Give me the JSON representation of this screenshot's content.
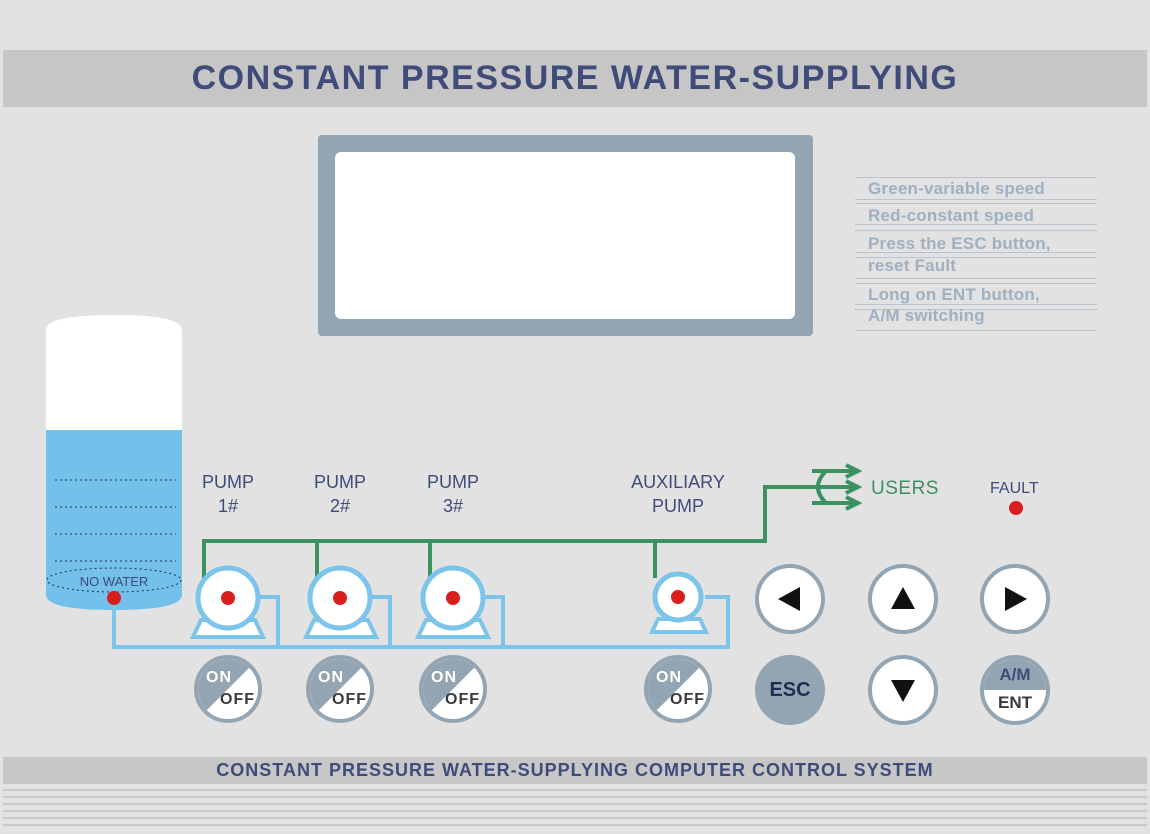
{
  "header": {
    "title": "CONSTANT PRESSURE WATER-SUPPLYING"
  },
  "legend": {
    "lines": [
      "Green-variable speed",
      "Red-constant speed",
      "Press the ESC button,",
      "reset Fault",
      "Long on ENT button,",
      "A/M switching"
    ]
  },
  "tank": {
    "label": "NO WATER"
  },
  "pumps": [
    {
      "line1": "PUMP",
      "line2": "1#"
    },
    {
      "line1": "PUMP",
      "line2": "2#"
    },
    {
      "line1": "PUMP",
      "line2": "3#"
    },
    {
      "line1": "AUXILIARY",
      "line2": "PUMP"
    }
  ],
  "switch": {
    "on": "ON",
    "off": "OFF"
  },
  "users_label": "USERS",
  "fault_label": "FAULT",
  "buttons": {
    "esc": "ESC",
    "am": "A/M",
    "ent": "ENT"
  },
  "footer": {
    "title": "CONSTANT PRESSURE WATER-SUPPLYING COMPUTER CONTROL SYSTEM"
  },
  "colors": {
    "title": "#3f4b79",
    "frame": "#93a5b3",
    "water": "#73c0ea",
    "pipe_supply": "#7cc4ea",
    "pipe_delivery": "#3d9060",
    "indicator": "#d81e1e"
  },
  "icons": [
    "left-arrow-icon",
    "up-arrow-icon",
    "right-arrow-icon",
    "down-arrow-icon",
    "trident-arrow-icon",
    "pump-icon",
    "tank-icon"
  ]
}
